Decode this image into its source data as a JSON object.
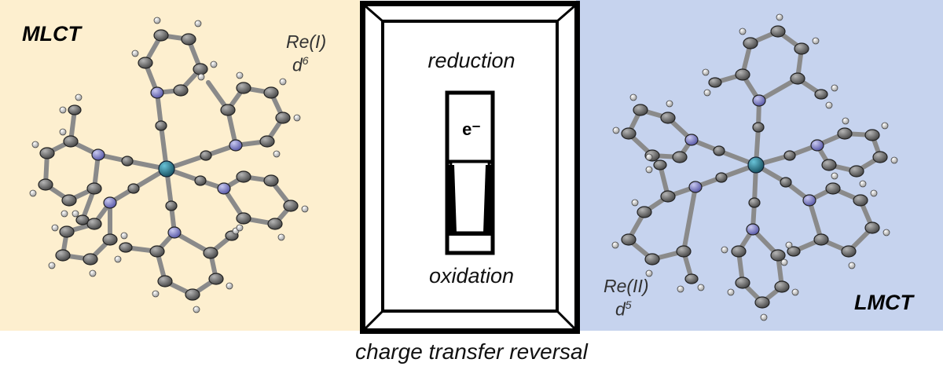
{
  "left": {
    "label": "MLCT",
    "oxidation_state": "Re(I)",
    "d_base": "d",
    "d_count": "6"
  },
  "right": {
    "label": "LMCT",
    "oxidation_state": "Re(II)",
    "d_base": "d",
    "d_count": "5"
  },
  "switch": {
    "top_label": "reduction",
    "bottom_label": "oxidation",
    "electron": "e⁻"
  },
  "caption": "charge transfer reversal",
  "colors": {
    "left_background": "#fdefcf",
    "right_background": "#c6d3ee",
    "carbon": "#7c7c7c",
    "nitrogen": "#8e8fd0",
    "hydrogen": "#e8e8e8",
    "rhenium": "#2f7f95"
  }
}
